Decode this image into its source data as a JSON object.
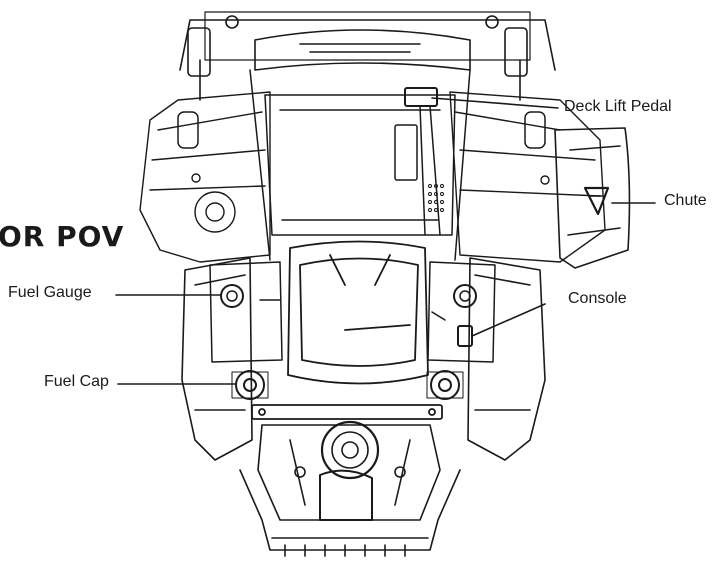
{
  "heading": "OR POV",
  "callouts": {
    "deck_lift_pedal": "Deck Lift Pedal",
    "chute": "Chute",
    "console": "Console",
    "fuel_gauge": "Fuel Gauge",
    "fuel_cap": "Fuel Cap"
  },
  "colors": {
    "line": "#1a1a1a",
    "paper": "#ffffff"
  }
}
